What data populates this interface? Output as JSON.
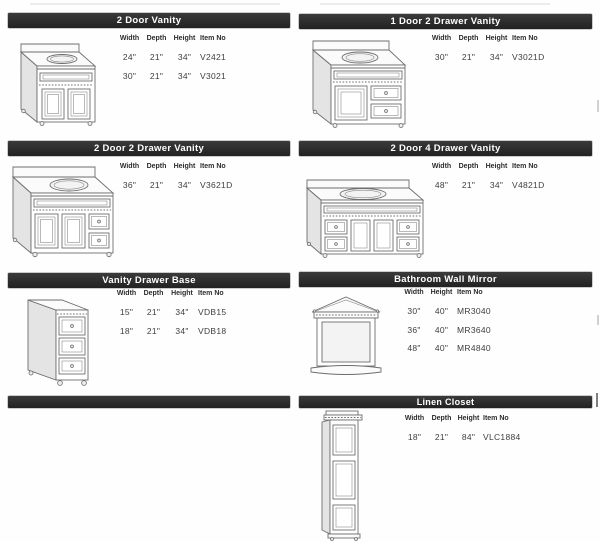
{
  "colors": {
    "header_bg": "#2c2c2c",
    "header_text": "#ffffff",
    "body_text": "#3e3e3e",
    "line_art": "#6e6e6e"
  },
  "sections": [
    {
      "title": "2 Door Vanity",
      "illustration": "two-door-vanity-line-drawing",
      "columns": [
        "Width",
        "Depth",
        "Height",
        "Item No"
      ],
      "rows": [
        [
          "24\"",
          "21\"",
          "34\"",
          "V2421"
        ],
        [
          "30\"",
          "21\"",
          "34\"",
          "V3021"
        ]
      ]
    },
    {
      "title": "1 Door 2 Drawer Vanity",
      "illustration": "one-door-two-drawer-vanity-line-drawing",
      "columns": [
        "Width",
        "Depth",
        "Height",
        "Item No"
      ],
      "rows": [
        [
          "30\"",
          "21\"",
          "34\"",
          "V3021D"
        ]
      ]
    },
    {
      "title": "2 Door 2 Drawer Vanity",
      "illustration": "two-door-two-drawer-vanity-line-drawing",
      "columns": [
        "Width",
        "Depth",
        "Height",
        "Item No"
      ],
      "rows": [
        [
          "36\"",
          "21\"",
          "34\"",
          "V3621D"
        ]
      ]
    },
    {
      "title": "2 Door 4 Drawer Vanity",
      "illustration": "two-door-four-drawer-vanity-line-drawing",
      "columns": [
        "Width",
        "Depth",
        "Height",
        "Item No"
      ],
      "rows": [
        [
          "48\"",
          "21\"",
          "34\"",
          "V4821D"
        ]
      ]
    },
    {
      "title": "Vanity Drawer Base",
      "illustration": "vanity-drawer-base-line-drawing",
      "columns": [
        "Width",
        "Depth",
        "Height",
        "Item No"
      ],
      "rows": [
        [
          "15\"",
          "21\"",
          "34\"",
          "VDB15"
        ],
        [
          "18\"",
          "21\"",
          "34\"",
          "VDB18"
        ]
      ]
    },
    {
      "title": "Bathroom Wall Mirror",
      "illustration": "bathroom-wall-mirror-line-drawing",
      "columns": [
        "Width",
        "Height",
        "Item No"
      ],
      "rows": [
        [
          "30\"",
          "40\"",
          "MR3040"
        ],
        [
          "36\"",
          "40\"",
          "MR3640"
        ],
        [
          "48\"",
          "40\"",
          "MR4840"
        ]
      ]
    },
    {
      "title": "",
      "illustration": "",
      "columns": [],
      "rows": []
    },
    {
      "title": "Linen Closet",
      "illustration": "linen-closet-line-drawing",
      "columns": [
        "Width",
        "Depth",
        "Height",
        "Item No"
      ],
      "rows": [
        [
          "18\"",
          "21\"",
          "84\"",
          "VLC1884"
        ]
      ]
    }
  ]
}
